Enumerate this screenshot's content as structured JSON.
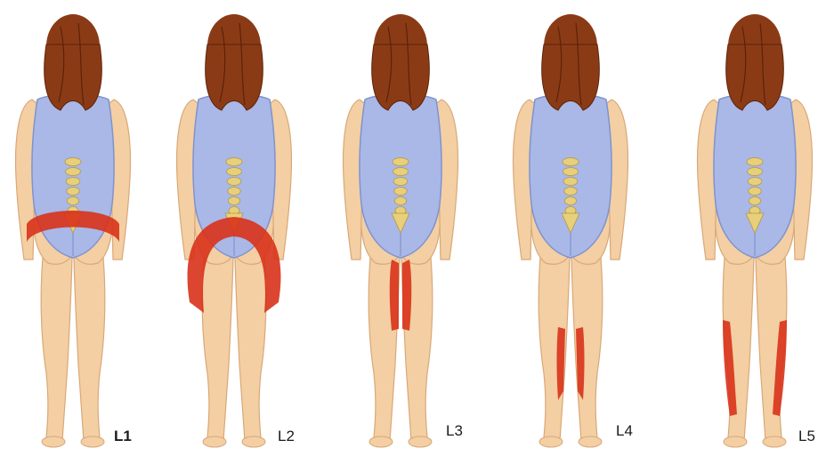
{
  "figures": [
    {
      "label": "L1",
      "bold": true,
      "pain_region": "lower-back-band"
    },
    {
      "label": "L2",
      "bold": false,
      "pain_region": "hips-and-outer-thighs"
    },
    {
      "label": "L3",
      "bold": false,
      "pain_region": "inner-thighs"
    },
    {
      "label": "L4",
      "bold": false,
      "pain_region": "inner-calves"
    },
    {
      "label": "L5",
      "bold": false,
      "pain_region": "outer-calves"
    }
  ],
  "colors": {
    "skin": "#f3cfa3",
    "skin_shadow": "#d9a878",
    "swimsuit": "#a9b8e6",
    "swimsuit_shadow": "#7f93cf",
    "hair": "#8a3b16",
    "hair_dark": "#5c2208",
    "spine": "#e8d07a",
    "pain": "#d8321a"
  }
}
